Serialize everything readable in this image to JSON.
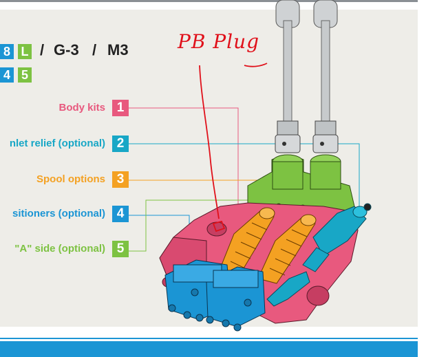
{
  "header": {
    "code_chips": [
      {
        "text": "8",
        "color": "#1b95d4"
      },
      {
        "text": "L",
        "color": "#7dc242"
      },
      {
        "text": "4",
        "color": "#1b95d4"
      },
      {
        "text": "5",
        "color": "#7dc242"
      }
    ],
    "title_sep_1": "/",
    "title_part_1": "G-3",
    "title_sep_2": "/",
    "title_part_2": "M3"
  },
  "annotation": {
    "text": "PB Plug",
    "color": "#e0101a"
  },
  "callouts": [
    {
      "number": "1",
      "label": "Body kits",
      "color": "#e8597e"
    },
    {
      "number": "2",
      "label": "nlet relief (optional)",
      "color": "#18a7c6"
    },
    {
      "number": "3",
      "label": "Spool options",
      "color": "#f4a122"
    },
    {
      "number": "4",
      "label": "sitioners (optional)",
      "color": "#1b95d4"
    },
    {
      "number": "5",
      "label": "\"A\" side (optional)",
      "color": "#7dc242"
    }
  ],
  "colors": {
    "panel_bg": "#eeede8",
    "body_pink": "#e8597e",
    "positioner_blue": "#1b95d4",
    "inlet_cyan": "#18a7c6",
    "spool_orange": "#f4a122",
    "a_side_green": "#7dc242",
    "accent_bar": "#1b95d4"
  }
}
